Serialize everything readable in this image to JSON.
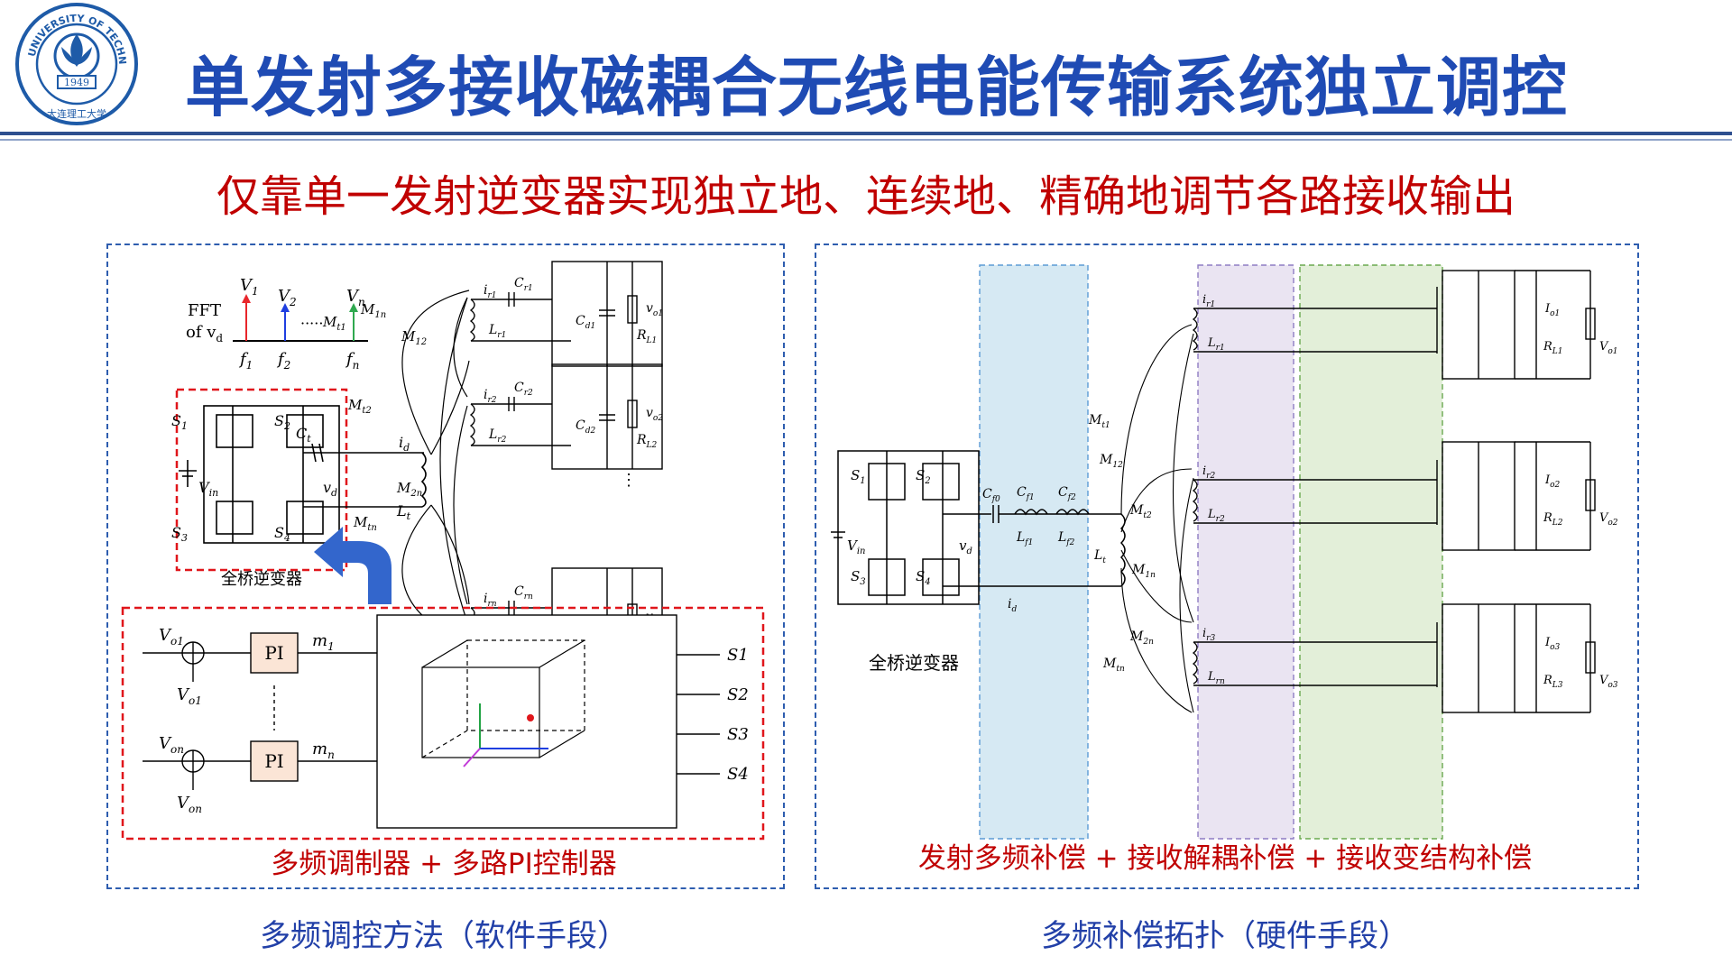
{
  "logo": {
    "ring_text": "DALIAN UNIVERSITY OF TECHNOLOGY",
    "year": "1949",
    "chinese_name": "大连理工大学"
  },
  "title": "单发射多接收磁耦合无线电能传输系统独立调控",
  "subtitle": "仅靠单一发射逆变器实现独立地、连续地、精确地调节各路接收输出",
  "left_panel": {
    "fft_label": "FFT",
    "fft_of": "of v",
    "fft_of_sub": "d",
    "spectrum": {
      "peaks": [
        {
          "amp": "V",
          "amp_sub": "1",
          "freq": "f",
          "freq_sub": "1",
          "color": "#E8262B"
        },
        {
          "amp": "V",
          "amp_sub": "2",
          "freq": "f",
          "freq_sub": "2",
          "color": "#1F3FE0"
        },
        {
          "amp": "V",
          "amp_sub": "n",
          "freq": "f",
          "freq_sub": "n",
          "color": "#2FA84F"
        }
      ],
      "ellipsis": "·····"
    },
    "inverter_label": "全桥逆变器",
    "controller": {
      "pi_label": "PI",
      "inputs": [
        {
          "ref": "V",
          "ref_sub": "o1",
          "fb": "V",
          "fb_sub": "o1",
          "out": "m",
          "out_sub": "1"
        },
        {
          "ref": "V",
          "ref_sub": "on",
          "fb": "V",
          "fb_sub": "on",
          "out": "m",
          "out_sub": "n"
        }
      ],
      "switch_outputs": [
        "S1",
        "S2",
        "S3",
        "S4"
      ]
    },
    "caption": "多频调制器 + 多路PI控制器",
    "section_label": "多频调控方法（软件手段）"
  },
  "right_panel": {
    "inverter_label": "全桥逆变器",
    "caption": "发射多频补偿 + 接收解耦补偿 + 接收变结构补偿",
    "section_label": "多频补偿拓扑（硬件手段）"
  },
  "colors": {
    "title_blue": "#1F4BB4",
    "accent_red": "#C00000",
    "panel_border": "#2E5DAF",
    "tx_comp_fill": "#D6E9F3",
    "rx_decouple_fill": "#EAE4F2",
    "rx_structure_fill": "#E3EFD9",
    "pi_fill": "#FBE5D6",
    "arrow_blue": "#3366CC"
  }
}
